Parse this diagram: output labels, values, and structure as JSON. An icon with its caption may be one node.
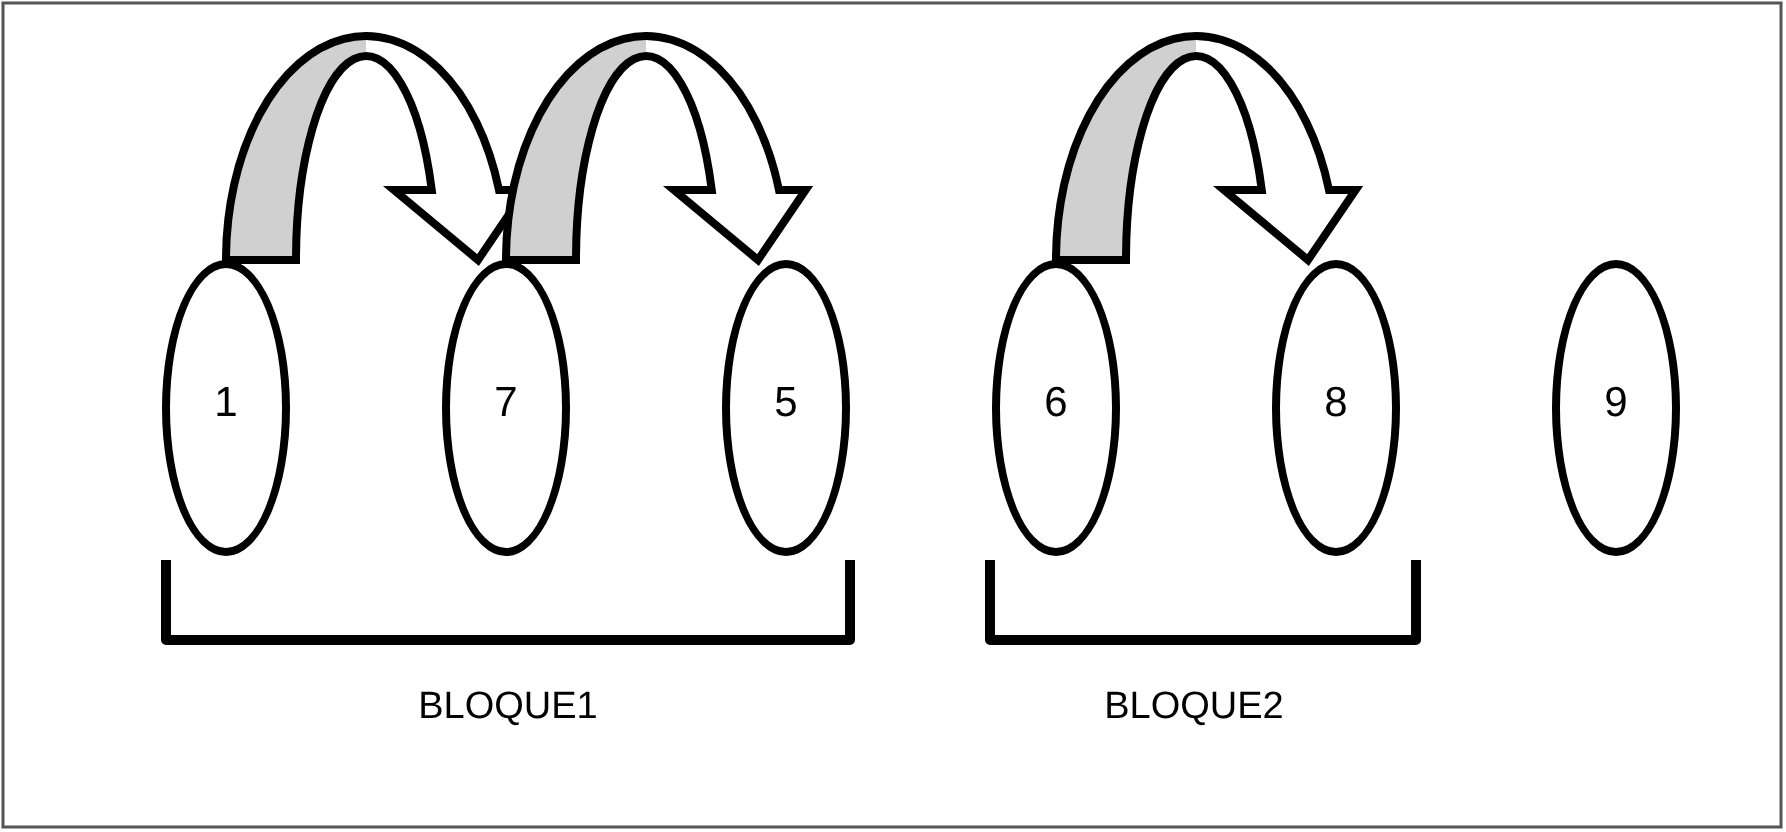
{
  "diagram": {
    "nodes": [
      {
        "text": [
          "1"
        ]
      },
      {
        "text": [
          "7"
        ]
      },
      {
        "text": [
          "5"
        ]
      },
      {
        "text": [
          "6"
        ]
      },
      {
        "text": [
          "8"
        ]
      },
      {
        "text": [
          "9"
        ]
      }
    ],
    "edges": [
      {
        "from": 0,
        "to": 1,
        "arrow": "to"
      },
      {
        "from": 1,
        "to": 2,
        "arrow": "to"
      },
      {
        "from": 3,
        "to": 4,
        "arrow": "to"
      }
    ],
    "labels": [
      "BLOQUE1",
      "BLOQUE2"
    ]
  }
}
